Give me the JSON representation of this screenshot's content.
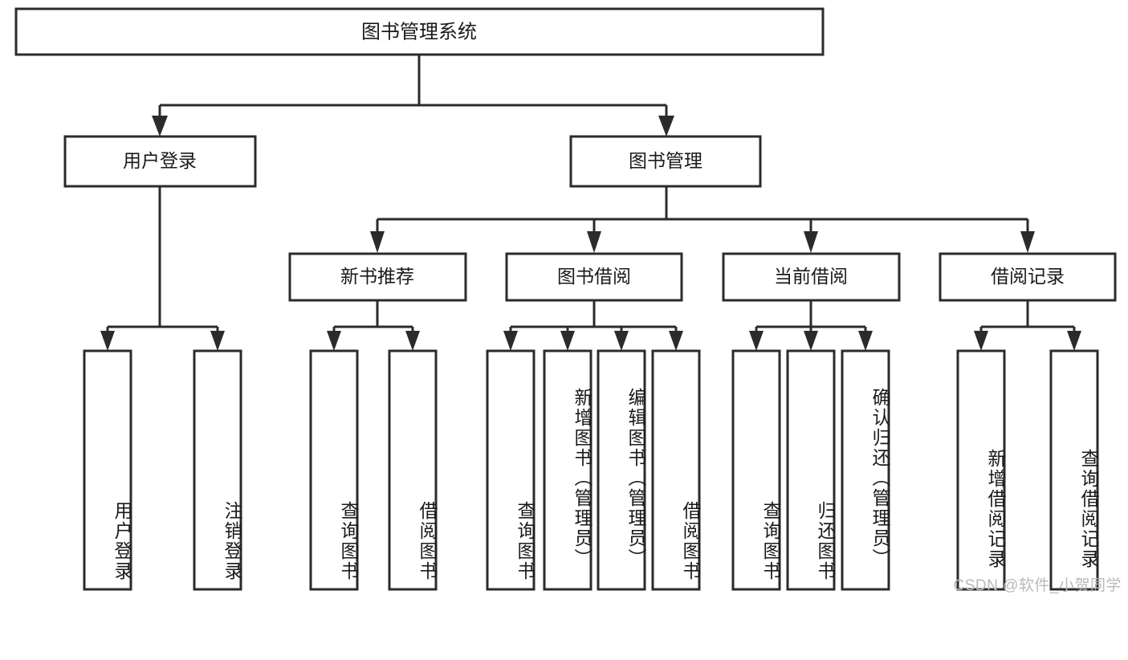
{
  "diagram": {
    "type": "tree-hierarchy-chart",
    "title": "图书管理系统",
    "root": {
      "id": "root",
      "label": "图书管理系统",
      "level": 0
    },
    "level2": [
      {
        "id": "user-login",
        "label": "用户登录",
        "level": 1
      },
      {
        "id": "book-management",
        "label": "图书管理",
        "level": 1
      }
    ],
    "level3": [
      {
        "id": "new-book-recommend",
        "label": "新书推荐",
        "parent": "book-management",
        "level": 2
      },
      {
        "id": "book-borrow",
        "label": "图书借阅",
        "parent": "book-management",
        "level": 2
      },
      {
        "id": "current-borrow",
        "label": "当前借阅",
        "parent": "book-management",
        "level": 2
      },
      {
        "id": "borrow-record",
        "label": "借阅记录",
        "parent": "book-management",
        "level": 2
      }
    ],
    "leaves": [
      {
        "id": "leaf-user-login",
        "label": "用户登录",
        "parent": "user-login",
        "level": 2
      },
      {
        "id": "leaf-logout-login",
        "label": "注销登录",
        "parent": "user-login",
        "level": 2
      },
      {
        "id": "leaf-query-book-1",
        "label": "查询图书",
        "parent": "new-book-recommend",
        "level": 3
      },
      {
        "id": "leaf-borrow-book-1",
        "label": "借阅图书",
        "parent": "new-book-recommend",
        "level": 3
      },
      {
        "id": "leaf-query-book-2",
        "label": "查询图书",
        "parent": "book-borrow",
        "level": 3
      },
      {
        "id": "leaf-add-book",
        "label": "新增图书（管理员）",
        "parent": "book-borrow",
        "level": 3
      },
      {
        "id": "leaf-edit-book",
        "label": "编辑图书（管理员）",
        "parent": "book-borrow",
        "level": 3
      },
      {
        "id": "leaf-borrow-book-2",
        "label": "借阅图书",
        "parent": "book-borrow",
        "level": 3
      },
      {
        "id": "leaf-query-book-3",
        "label": "查询图书",
        "parent": "current-borrow",
        "level": 3
      },
      {
        "id": "leaf-return-book",
        "label": "归还图书",
        "parent": "current-borrow",
        "level": 3
      },
      {
        "id": "leaf-confirm-return",
        "label": "确认归还（管理员）",
        "parent": "current-borrow",
        "level": 3
      },
      {
        "id": "leaf-add-record",
        "label": "新增借阅记录",
        "parent": "borrow-record",
        "level": 3
      },
      {
        "id": "leaf-query-record",
        "label": "查询借阅记录",
        "parent": "borrow-record",
        "level": 3
      }
    ],
    "colors": {
      "box_fill": "#ffffff",
      "box_stroke": "#2b2b2b",
      "connector": "#2b2b2b",
      "text": "#1a1a1a",
      "background": "#ffffff",
      "watermark": "#b9b9b9"
    }
  },
  "watermark": {
    "text": "CSDN @软件_小贺同学"
  }
}
